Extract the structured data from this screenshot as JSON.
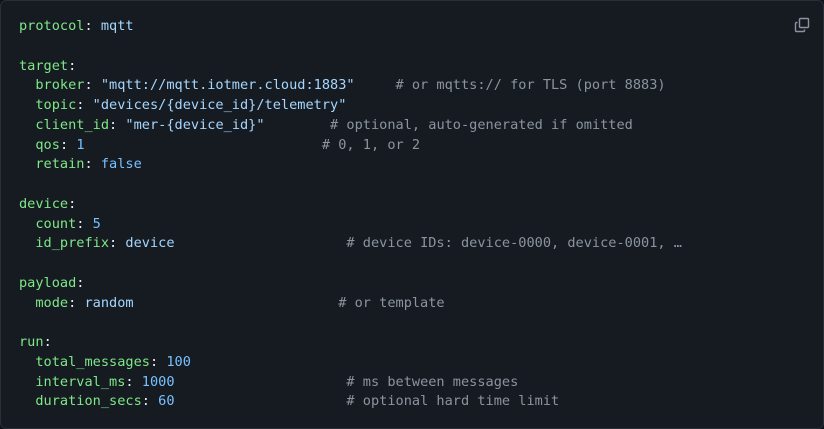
{
  "code_block": {
    "language": "yaml",
    "copy_button": {
      "icon": "copy-icon"
    },
    "lines": [
      {
        "key": "protocol",
        "indent": "",
        "value": "mqtt",
        "value_type": "plain",
        "comment": ""
      },
      {
        "blank": true
      },
      {
        "key": "target",
        "indent": "",
        "value": "",
        "value_type": "",
        "comment": ""
      },
      {
        "key": "broker",
        "indent": "  ",
        "value": "\"mqtt://mqtt.iotmer.cloud:1883\"",
        "value_type": "string",
        "pad": "     ",
        "comment": "# or mqtts:// for TLS (port 8883)"
      },
      {
        "key": "topic",
        "indent": "  ",
        "value": "\"devices/{device_id}/telemetry\"",
        "value_type": "string",
        "comment": ""
      },
      {
        "key": "client_id",
        "indent": "  ",
        "value": "\"mer-{device_id}\"",
        "value_type": "string",
        "pad": "        ",
        "comment": "# optional, auto-generated if omitted"
      },
      {
        "key": "qos",
        "indent": "  ",
        "value": "1",
        "value_type": "number",
        "pad": "                             ",
        "comment": "# 0, 1, or 2"
      },
      {
        "key": "retain",
        "indent": "  ",
        "value": "false",
        "value_type": "bool",
        "comment": ""
      },
      {
        "blank": true
      },
      {
        "key": "device",
        "indent": "",
        "value": "",
        "value_type": "",
        "comment": ""
      },
      {
        "key": "count",
        "indent": "  ",
        "value": "5",
        "value_type": "number",
        "comment": ""
      },
      {
        "key": "id_prefix",
        "indent": "  ",
        "value": "device",
        "value_type": "plain",
        "pad": "                     ",
        "comment": "# device IDs: device-0000, device-0001, …"
      },
      {
        "blank": true
      },
      {
        "key": "payload",
        "indent": "",
        "value": "",
        "value_type": "",
        "comment": ""
      },
      {
        "key": "mode",
        "indent": "  ",
        "value": "random",
        "value_type": "plain",
        "pad": "                         ",
        "comment": "# or template"
      },
      {
        "blank": true
      },
      {
        "key": "run",
        "indent": "",
        "value": "",
        "value_type": "",
        "comment": ""
      },
      {
        "key": "total_messages",
        "indent": "  ",
        "value": "100",
        "value_type": "number",
        "comment": ""
      },
      {
        "key": "interval_ms",
        "indent": "  ",
        "value": "1000",
        "value_type": "number",
        "pad": "                     ",
        "comment": "# ms between messages"
      },
      {
        "key": "duration_secs",
        "indent": "  ",
        "value": "60",
        "value_type": "number",
        "pad": "                     ",
        "comment": "# optional hard time limit"
      }
    ]
  }
}
